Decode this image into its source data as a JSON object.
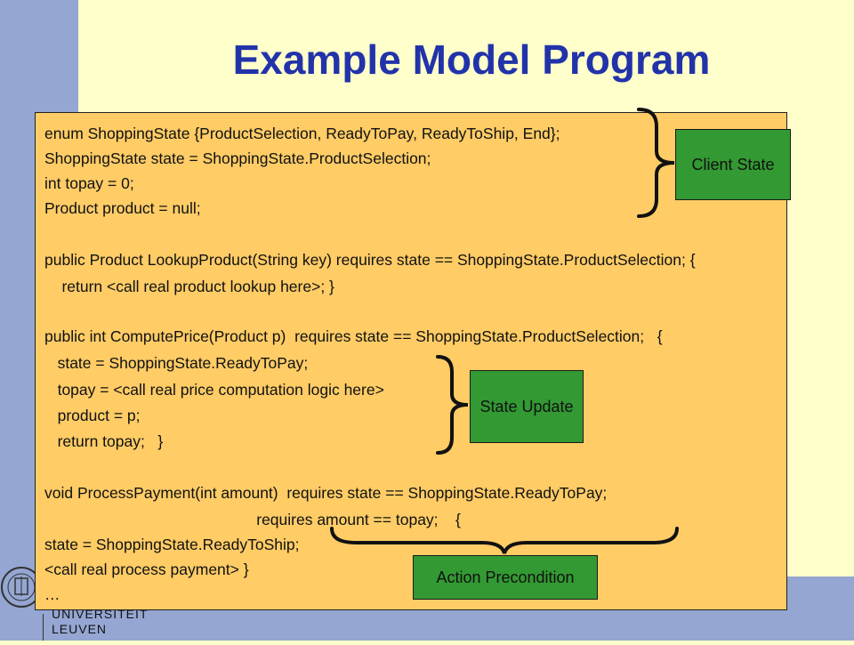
{
  "slide": {
    "title": "Example Model Program",
    "code_lines": [
      "enum ShoppingState {ProductSelection, ReadyToPay, ReadyToShip, End};",
      "ShoppingState state = ShoppingState.ProductSelection;",
      "int topay = 0;",
      "Product product = null;",
      "",
      "public Product LookupProduct(String key) requires state == ShoppingState.ProductSelection; {",
      "    return <call real product lookup here>; }",
      "",
      "public int ComputePrice(Product p)  requires state == ShoppingState.ProductSelection;   {",
      "   state = ShoppingState.ReadyToPay;",
      "   topay = <call real price computation logic here>",
      "   product = p;",
      "   return topay;   }",
      "",
      "void ProcessPayment(int amount)  requires state == ShoppingState.ReadyToPay;",
      "                                                 requires amount == topay;    {",
      "state = ShoppingState.ReadyToShip;",
      "<call real process payment> }",
      "…"
    ],
    "labels": {
      "client_state": "Client State",
      "state_update": "State Update",
      "action_precondition": "Action Precondition"
    },
    "logo": {
      "line1": "UNIVERSITEIT",
      "line2": "LEUVEN"
    },
    "colors": {
      "background": "#FFFFCC",
      "band": "#95A6D2",
      "title": "#2233AA",
      "code_box": "#FFCC66",
      "label_box": "#339933"
    }
  }
}
